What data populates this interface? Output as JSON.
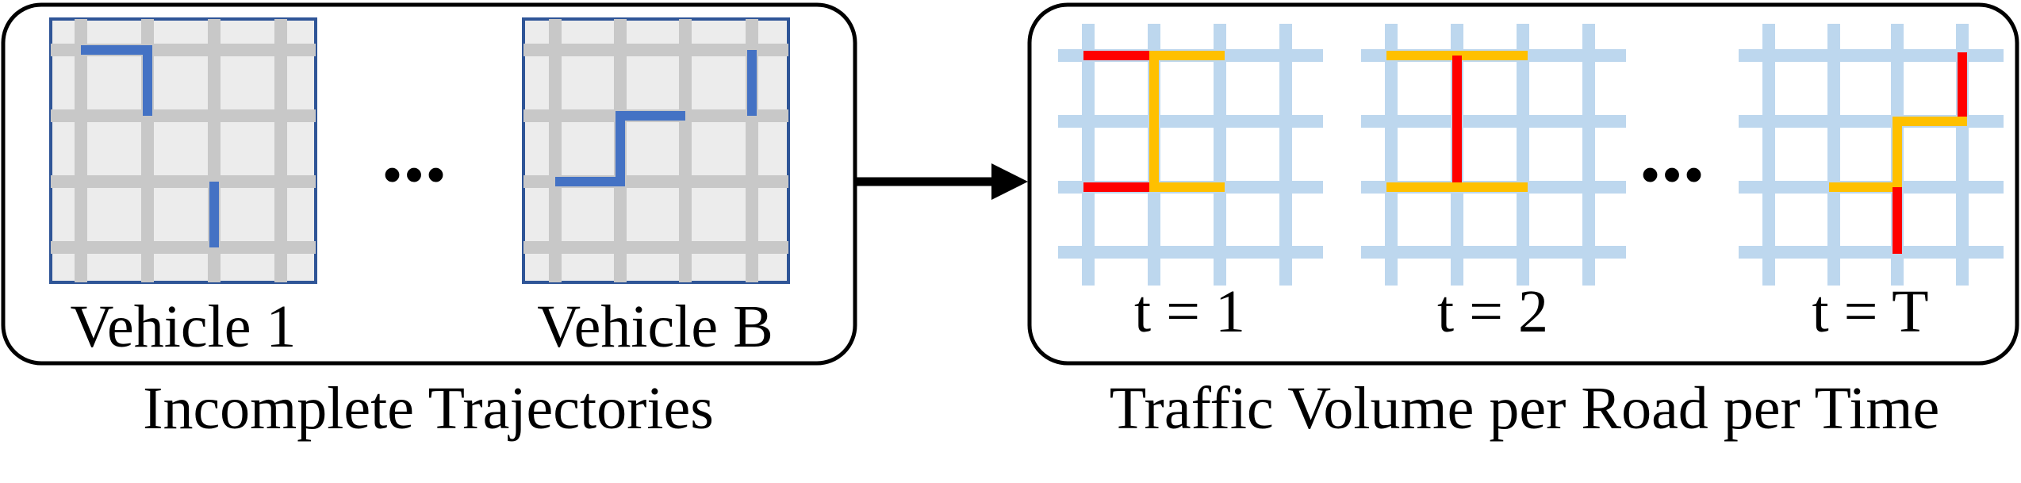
{
  "left_panel": {
    "vehicle_first_label": "Vehicle 1",
    "vehicle_last_label": "Vehicle B",
    "ellipsis": "...",
    "caption": "Incomplete Trajectories"
  },
  "right_panel": {
    "time_labels": [
      "t = 1",
      "t = 2",
      "t = T"
    ],
    "ellipsis": "...",
    "caption": "Traffic Volume per Road per Time"
  },
  "colors": {
    "grid_gray": "#c8c8c8",
    "grid_blue": "#bdd7ee",
    "map_bg": "#ececec",
    "map_border": "#2f5597",
    "trajectory": "#4472c4",
    "volume_high": "#ff0000",
    "volume_mid": "#ffc000",
    "arrow": "#000000"
  }
}
